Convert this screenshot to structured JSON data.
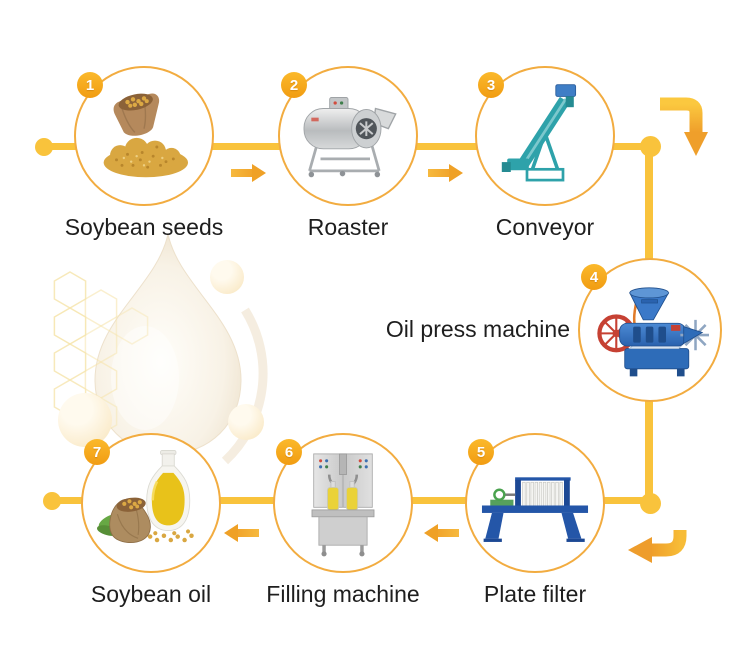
{
  "diagram": {
    "subject": "Soybean oil production line process flow",
    "steps": [
      {
        "number": "1",
        "label": "Soybean seeds",
        "image": "soybean-seeds-photo"
      },
      {
        "number": "2",
        "label": "Roaster",
        "image": "roaster-machine-photo"
      },
      {
        "number": "3",
        "label": "Conveyor",
        "image": "screw-conveyor-photo"
      },
      {
        "number": "4",
        "label": "Oil press machine",
        "image": "oil-press-machine-photo"
      },
      {
        "number": "5",
        "label": "Plate filter",
        "image": "plate-filter-press-photo"
      },
      {
        "number": "6",
        "label": "Filling machine",
        "image": "filling-machine-photo"
      },
      {
        "number": "7",
        "label": "Soybean oil",
        "image": "soybean-oil-bottle-photo"
      }
    ],
    "flow": {
      "top_row_direction": "left-to-right",
      "right_column_direction": "top-to-bottom",
      "bottom_row_direction": "right-to-left",
      "sequence": [
        "Soybean seeds",
        "Roaster",
        "Conveyor",
        "Oil press machine",
        "Plate filter",
        "Filling machine",
        "Soybean oil"
      ]
    },
    "colors": {
      "connector_line": "#F9C33C",
      "arrow": "#EFA127",
      "badge_fill": "#F7A81C",
      "badge_text": "#FFFFFF",
      "circle_border": "#F2AC40",
      "label_text": "#1E1E1E",
      "watermark_cream": "#F1E7D5",
      "honeycomb": "#F6E5AE"
    }
  }
}
